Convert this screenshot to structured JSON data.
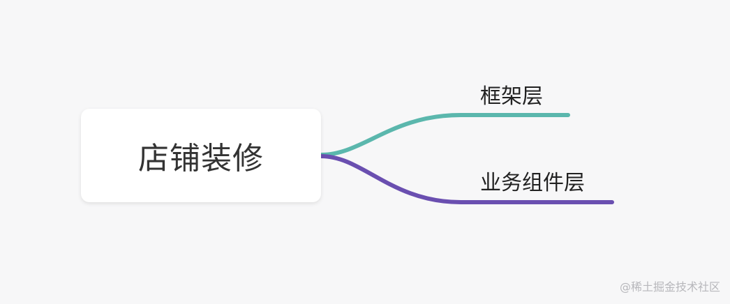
{
  "mindmap": {
    "root": {
      "label": "店铺装修"
    },
    "branches": [
      {
        "label": "框架层",
        "color": "#5bb7ad"
      },
      {
        "label": "业务组件层",
        "color": "#6a4fb0"
      }
    ]
  },
  "watermark": "@稀土掘金技术社区",
  "colors": {
    "background": "#f7f7f8",
    "node_background": "#ffffff"
  }
}
